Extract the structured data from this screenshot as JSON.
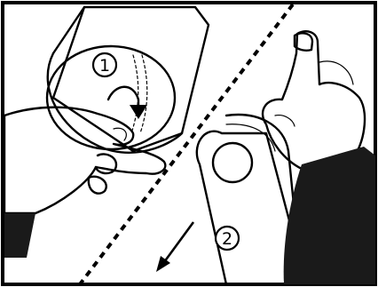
{
  "figure": {
    "steps": [
      {
        "number": "1"
      },
      {
        "number": "2"
      }
    ],
    "colors": {
      "ink": "#000000",
      "paper": "#ffffff",
      "sleeve": "#1a1a1a"
    },
    "icons": [
      "roll-cylinder",
      "tear-strip",
      "curved-arrow",
      "straight-arrow",
      "dashed-cut-line",
      "hand",
      "sleeve"
    ]
  }
}
